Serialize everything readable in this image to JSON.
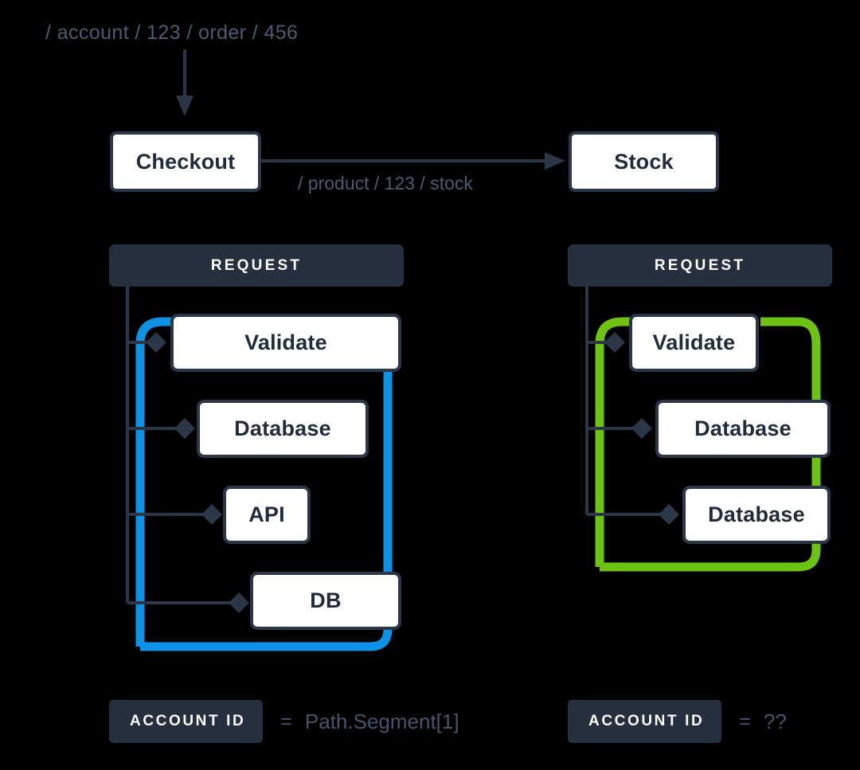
{
  "colors": {
    "background": "#000000",
    "node_fill": "#ffffff",
    "node_border": "#2b3647",
    "node_text": "#222b3a",
    "header_bg": "#252f3e",
    "header_text": "#ffffff",
    "muted_text": "#4c5a70",
    "connector": "#2b3647",
    "highlight_blue": "#0d93e6",
    "highlight_green": "#6cc313"
  },
  "entry": {
    "path_label": "/ account / 123 / order / 456",
    "arrow_icon": "down-arrow-icon"
  },
  "services": {
    "source": {
      "label": "Checkout"
    },
    "target": {
      "label": "Stock"
    },
    "edge_label": "/ product / 123 / stock",
    "edge_arrow_icon": "right-arrow-icon"
  },
  "traces": [
    {
      "id": "left",
      "header": "REQUEST",
      "highlight_color": "#0d93e6",
      "spans": [
        {
          "label": "Validate"
        },
        {
          "label": "Database"
        },
        {
          "label": "API"
        },
        {
          "label": "DB"
        }
      ],
      "legend": {
        "badge": "ACCOUNT ID",
        "equals": "=",
        "value": "Path.Segment[1]"
      }
    },
    {
      "id": "right",
      "header": "REQUEST",
      "highlight_color": "#6cc313",
      "spans": [
        {
          "label": "Validate"
        },
        {
          "label": "Database"
        },
        {
          "label": "Database"
        }
      ],
      "legend": {
        "badge": "ACCOUNT ID",
        "equals": "=",
        "value": "??"
      }
    }
  ]
}
